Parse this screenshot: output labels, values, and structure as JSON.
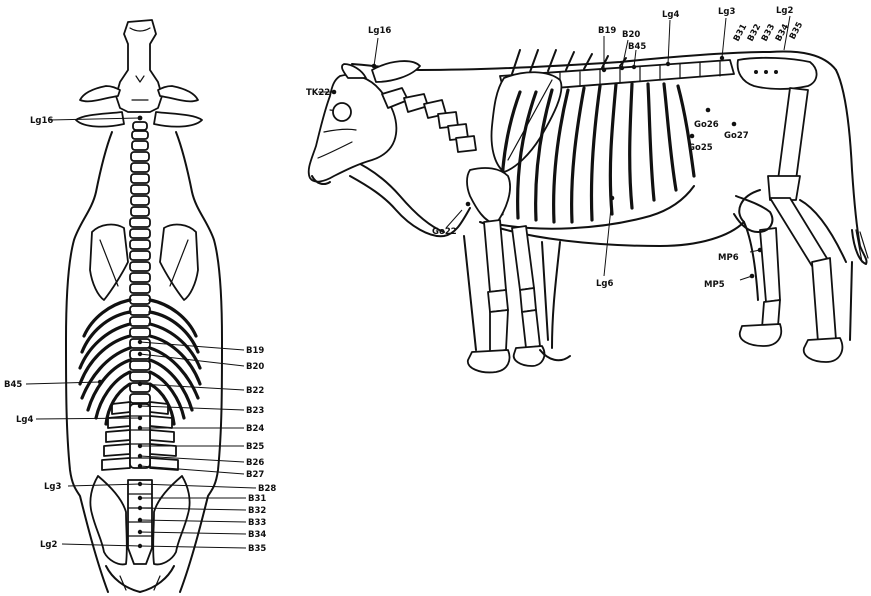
{
  "diagram": {
    "ventral_view": {
      "labels": {
        "lg16": "Lg16",
        "b19": "B19",
        "b20": "B20",
        "b45": "B45",
        "b22": "B22",
        "b23": "B23",
        "lg4": "Lg4",
        "b24": "B24",
        "b25": "B25",
        "b26": "B26",
        "b27": "B27",
        "lg3": "Lg3",
        "b28": "B28",
        "b31": "B31",
        "b32": "B32",
        "b33": "B33",
        "b34": "B34",
        "lg2": "Lg2",
        "b35": "B35"
      }
    },
    "lateral_view": {
      "labels": {
        "lg16": "Lg16",
        "b19": "B19",
        "b20": "B20",
        "b45": "B45",
        "lg4": "Lg4",
        "lg3": "Lg3",
        "lg2": "Lg2",
        "b31": "B31",
        "b32": "B32",
        "b33": "B33",
        "b34": "B34",
        "b35": "B35",
        "tk22": "TK22",
        "go26": "Go26",
        "go27": "Go27",
        "go25": "Go25",
        "go22": "Go22",
        "lg6": "Lg6",
        "mp6": "MP6",
        "mp5": "MP5"
      }
    }
  }
}
